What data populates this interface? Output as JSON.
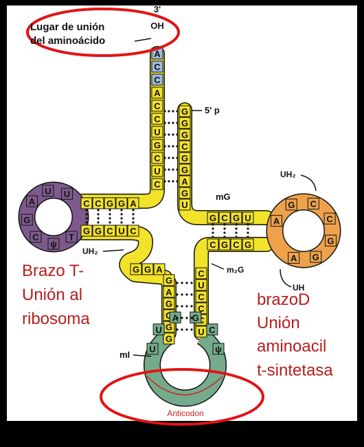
{
  "colors": {
    "background": "#000000",
    "panel": "#ffffff",
    "yellow": "#f2e22a",
    "blue": "#9bbbe4",
    "purple": "#7e5a8c",
    "orange": "#eda24b",
    "green": "#74ab8c",
    "red_outline": "#e11414",
    "red_text": "#b81d1d"
  },
  "labels": {
    "three_prime": "3'",
    "oh": "OH",
    "binding_site_line1": "Lugar de unión",
    "binding_site_line2": "del aminoácido",
    "five_prime": "5' p",
    "mg": "mG",
    "uh2_top": "UH₂",
    "uh2_left": "UH₂",
    "m2g": "m₂G",
    "uh_right": "UH",
    "mi": "mI",
    "anticodon": "Anticodon"
  },
  "annotations": {
    "t_arm_line1": "Brazo T-",
    "t_arm_line2": "Unión al",
    "t_arm_line3": "ribosoma",
    "d_arm_line1": "brazoD",
    "d_arm_line2": "Unión",
    "d_arm_line3": "aminoacil",
    "d_arm_line4": "t-sintetasa"
  },
  "acceptor_stem": {
    "left_strand": [
      "A",
      "C",
      "C",
      "A",
      "C",
      "C",
      "U",
      "G",
      "C",
      "U",
      "C"
    ],
    "right_strand": [
      "G",
      "G",
      "G",
      "C",
      "G",
      "G",
      "A",
      "G",
      "U"
    ]
  },
  "t_arm": {
    "top_stem": [
      "C",
      "C",
      "G",
      "G",
      "A"
    ],
    "bottom_stem": [
      "G",
      "G",
      "C",
      "U",
      "C"
    ],
    "loop": [
      "U",
      "U",
      "A",
      "G",
      "C",
      "ψ",
      "T"
    ]
  },
  "d_arm": {
    "top_stem": [
      "G",
      "C",
      "G",
      "U"
    ],
    "bottom_stem": [
      "C",
      "G",
      "C",
      "G"
    ],
    "loop": [
      "A",
      "G",
      "C",
      "C",
      "G",
      "G",
      "A"
    ]
  },
  "anticodon_arm": {
    "left_strand": [
      "G",
      "A",
      "G",
      "G",
      "G",
      "G"
    ],
    "right_strand": [
      "C",
      "U",
      "C",
      "C",
      "C",
      "U"
    ],
    "loop": [
      "ψ",
      "C",
      "G",
      "A",
      "U",
      "U"
    ],
    "variable": [
      "G",
      "G",
      "A"
    ]
  }
}
